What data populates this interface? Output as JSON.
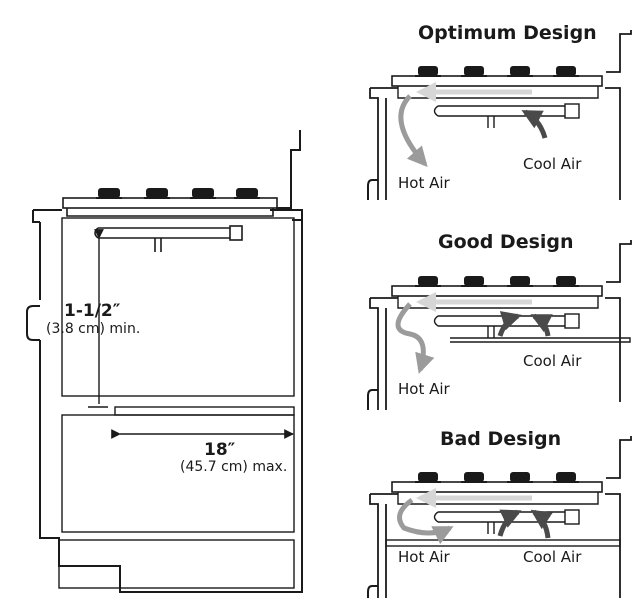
{
  "colors": {
    "line": "#1a1a1a",
    "hot_air": "#9b9b9b",
    "cool_air": "#4a4a4a",
    "flow": "#d6d6d6"
  },
  "main": {
    "clearance_value": "1-1/2″",
    "clearance_metric": "(3.8 cm) min.",
    "depth_value": "18″",
    "depth_metric": "(45.7 cm) max."
  },
  "designs": [
    {
      "title": "Optimum Design",
      "hot_label": "Hot Air",
      "cool_label": "Cool Air"
    },
    {
      "title": "Good Design",
      "hot_label": "Hot Air",
      "cool_label": "Cool Air"
    },
    {
      "title": "Bad Design",
      "hot_label": "Hot Air",
      "cool_label": "Cool Air"
    }
  ]
}
